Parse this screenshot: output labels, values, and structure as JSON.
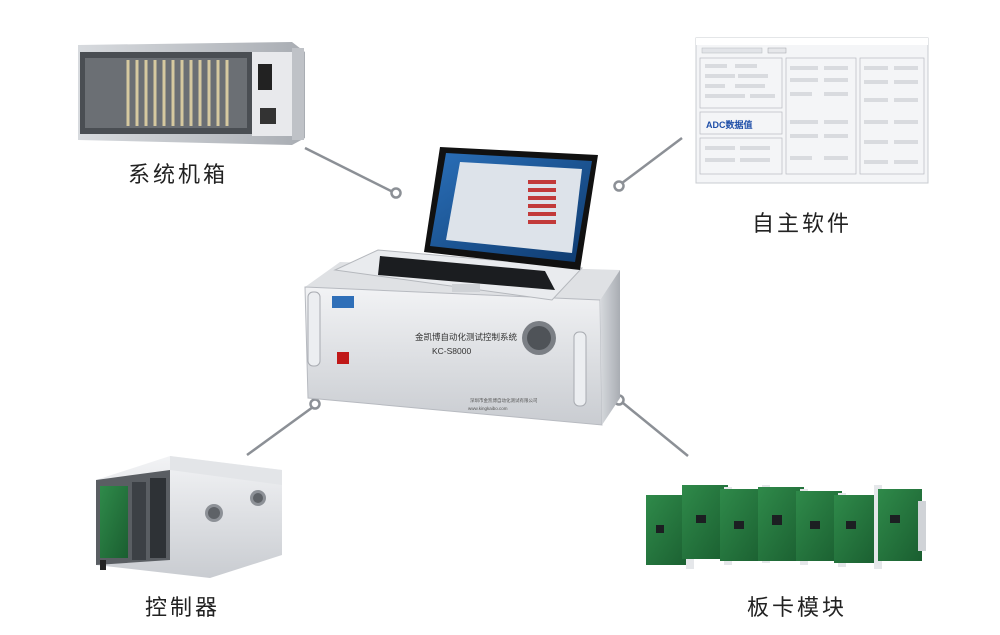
{
  "components": [
    {
      "id": "chassis",
      "label": "系统机箱"
    },
    {
      "id": "software",
      "label": "自主软件"
    },
    {
      "id": "controller",
      "label": "控制器"
    },
    {
      "id": "modules",
      "label": "板卡模块"
    }
  ],
  "center_device": {
    "title": "金凯博自动化测试控制系统",
    "model": "KC-S8000",
    "company": "深圳市金凯博自动化测试有限公司",
    "website": "www.kingkaibo.com"
  },
  "software_window": {
    "adc_label": "ADC数据值"
  }
}
